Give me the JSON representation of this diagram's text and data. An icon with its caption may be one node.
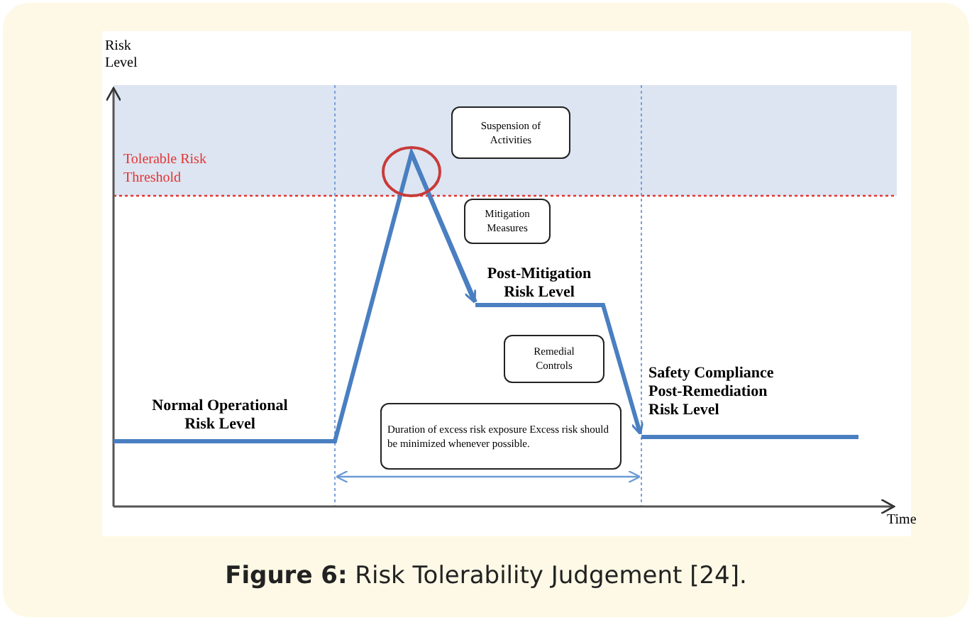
{
  "diagram": {
    "caption": "**Figure 6:** Risk Tolerability Judgement [24].",
    "nodes": [
      {
        "text": [
          "Suspension of Activities"
        ]
      },
      {
        "text": [
          "Mitigation Measures"
        ]
      },
      {
        "text": [
          "Remedial Controls"
        ]
      },
      {
        "text": [
          "Duration of excess risk exposure Excess risk should be minimized whenever possible."
        ]
      }
    ],
    "edges": [],
    "labels": [
      "Risk Level",
      "Tolerable Risk Threshold",
      "Post-Mitigation Risk Level",
      "Normal Operational Risk Level",
      "Safety Compliance Post-Remediation Risk Level",
      "Time"
    ]
  }
}
